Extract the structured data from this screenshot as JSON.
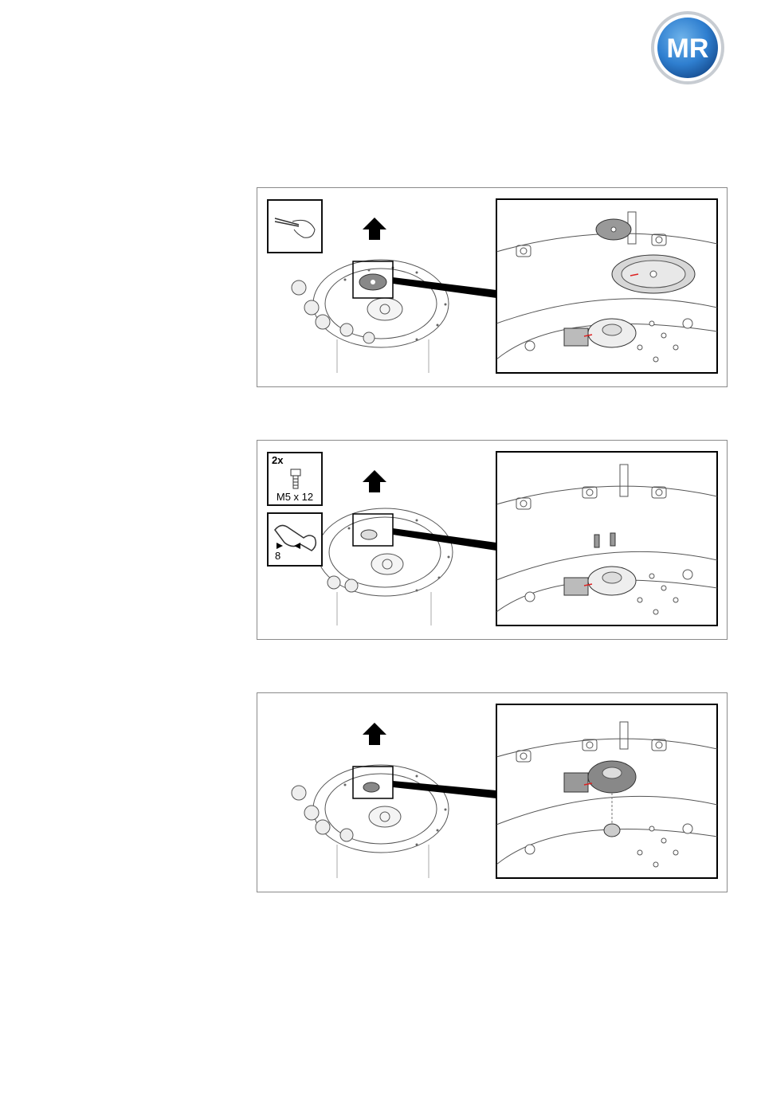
{
  "logo": {
    "text": "MR",
    "colors": {
      "ring": "#1f5fa8",
      "inner": "#2f7fd0",
      "text": "#ffffff"
    }
  },
  "figures": [
    {
      "id": "step1",
      "tool_icons": [
        "tweezers-hand-icon"
      ],
      "arrow": "up-arrow-icon"
    },
    {
      "id": "step2",
      "tool_icons": [
        "bolt-icon",
        "wrench-icon"
      ],
      "arrow": "up-arrow-icon",
      "bolt_box": {
        "qty": "2x",
        "spec": "M5 x 12"
      },
      "wrench_box": {
        "size": "8"
      }
    },
    {
      "id": "step3",
      "tool_icons": [],
      "arrow": "up-arrow-icon"
    }
  ]
}
